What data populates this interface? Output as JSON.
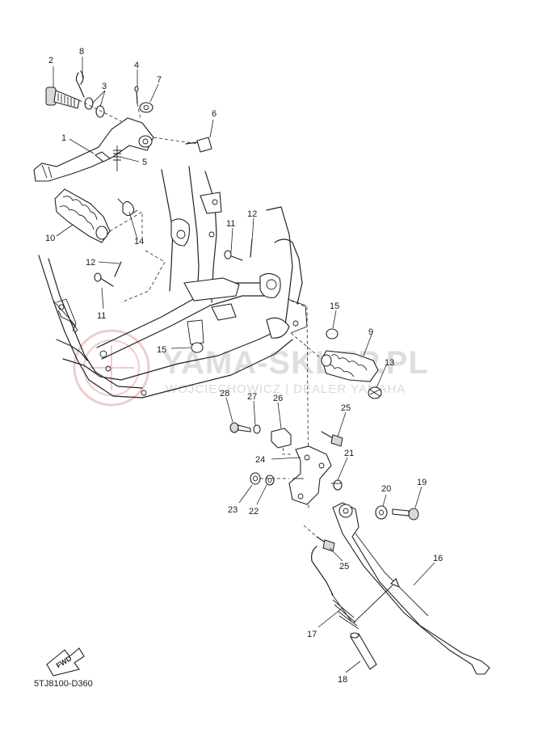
{
  "watermark": {
    "brand": "YAMA-SKLEP.PL",
    "tagline": "WOJCIECHOWICZ | DEALER YAMAHA",
    "color": "#e8a0a0"
  },
  "fwd_label": "FWD",
  "diagram_code": "5TJ8100-D360",
  "parts": {
    "p1": "1",
    "p2": "2",
    "p3": "3",
    "p4": "4",
    "p5": "5",
    "p6": "6",
    "p7": "7",
    "p8": "8",
    "p9": "9",
    "p10": "10",
    "p11a": "11",
    "p11b": "11",
    "p12a": "12",
    "p12b": "12",
    "p13": "13",
    "p14": "14",
    "p15a": "15",
    "p15b": "15",
    "p16": "16",
    "p17": "17",
    "p18": "18",
    "p19": "19",
    "p20": "20",
    "p21": "21",
    "p22": "22",
    "p23": "23",
    "p24": "24",
    "p25a": "25",
    "p25b": "25",
    "p26": "26",
    "p27": "27",
    "p28": "28"
  }
}
